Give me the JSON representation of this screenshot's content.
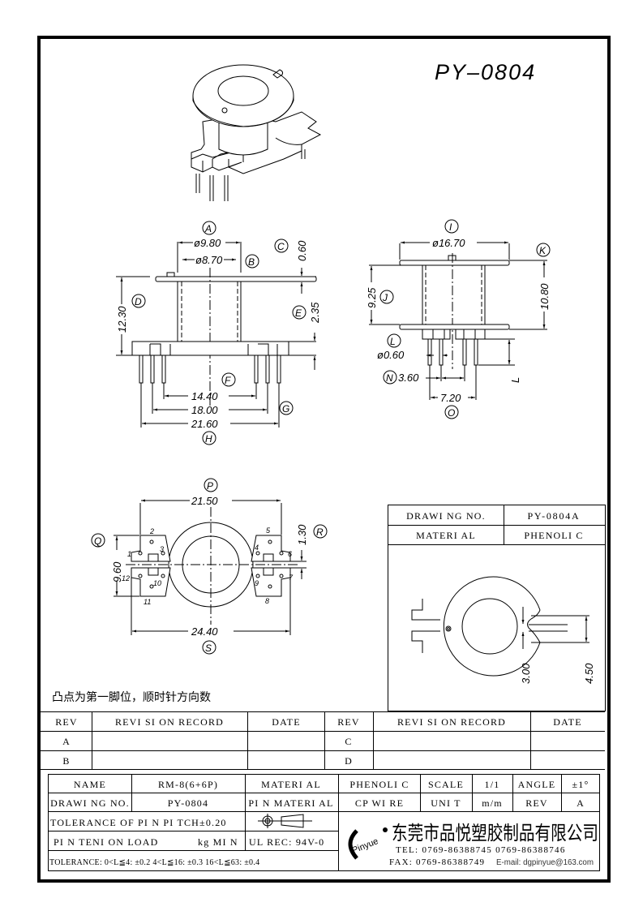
{
  "title": "PY–0804",
  "views": {
    "isometric": {
      "name": "isometric-view"
    },
    "front": {
      "labels": {
        "A": "A",
        "B": "B",
        "C": "C",
        "D": "D",
        "E": "E",
        "F": "F",
        "G": "G",
        "H": "H"
      },
      "dims": {
        "A": "ø9.80",
        "B": "ø8.70",
        "C": "0.60",
        "D": "12.30",
        "E": "2.35",
        "F": "14.40",
        "G": "18.00",
        "H": "21.60"
      }
    },
    "side": {
      "labels": {
        "I": "I",
        "J": "J",
        "K": "K",
        "L": "L",
        "N": "N",
        "O": "O"
      },
      "dims": {
        "I": "ø16.70",
        "J": "9.25",
        "K": "10.80",
        "L_pin": "ø0.60",
        "L_len": "L",
        "N": "3.60",
        "O": "7.20"
      }
    },
    "bottom": {
      "labels": {
        "P": "P",
        "Q": "Q",
        "R": "R",
        "S": "S"
      },
      "dims": {
        "P": "21.50",
        "Q": "9.60",
        "R": "1.30",
        "S": "24.40"
      },
      "pins": [
        "1",
        "2",
        "3",
        "4",
        "5",
        "6",
        "7",
        "8",
        "9",
        "10",
        "11",
        "12"
      ]
    },
    "top_variant": {
      "drawing_no_label": "DRAWI NG  NO.",
      "drawing_no_value": "PY-0804A",
      "material_label": "MATERI AL",
      "material_value": "PHENOLI C",
      "dims": {
        "slot": "3.00",
        "width": "4.50"
      }
    }
  },
  "note": "凸点为第一脚位，顺时针方向数",
  "revision_table": {
    "headers": [
      "REV",
      "REVI SI ON  RECORD",
      "DATE",
      "REV",
      "REVI SI ON  RECORD",
      "DATE"
    ],
    "rows": [
      [
        "A",
        "",
        "",
        "C",
        "",
        ""
      ],
      [
        "B",
        "",
        "",
        "D",
        "",
        ""
      ]
    ]
  },
  "title_block": {
    "name_label": "NAME",
    "name_value": "RM-8(6+6P)",
    "material_label": "MATERI AL",
    "material_value": "PHENOLI C",
    "scale_label": "SCALE",
    "scale_value": "1/1",
    "angle_label": "ANGLE",
    "angle_value": "±1°",
    "drawing_no_label": "DRAWI NG  NO.",
    "drawing_no_value": "PY-0804",
    "pin_material_label": "PI N  MATERI AL",
    "pin_material_value": "CP  WI RE",
    "unit_label": "UNI T",
    "unit_value": "m/m",
    "rev_label": "REV",
    "rev_value": "A",
    "pin_pitch_tolerance": "TOLERANCE  OF  PI N  PI TCH±0.20",
    "pin_tension": "PI N  TENI ON  LOAD",
    "pin_tension_unit": "kg  MI N",
    "ul_rec": "UL  REC: 94V-0",
    "tolerance": "TOLERANCE: 0<L≦4: ±0.2   4<L≦16: ±0.3   16<L≦63: ±0.4",
    "company_logo": "Pinyue",
    "company_name": "东莞市品悦塑胶制品有限公司",
    "tel": "TEL: 0769-86388745      0769-86388746",
    "fax": "FAX: 0769-86388749",
    "email": "E-mail: dgpinyue@163.com"
  }
}
